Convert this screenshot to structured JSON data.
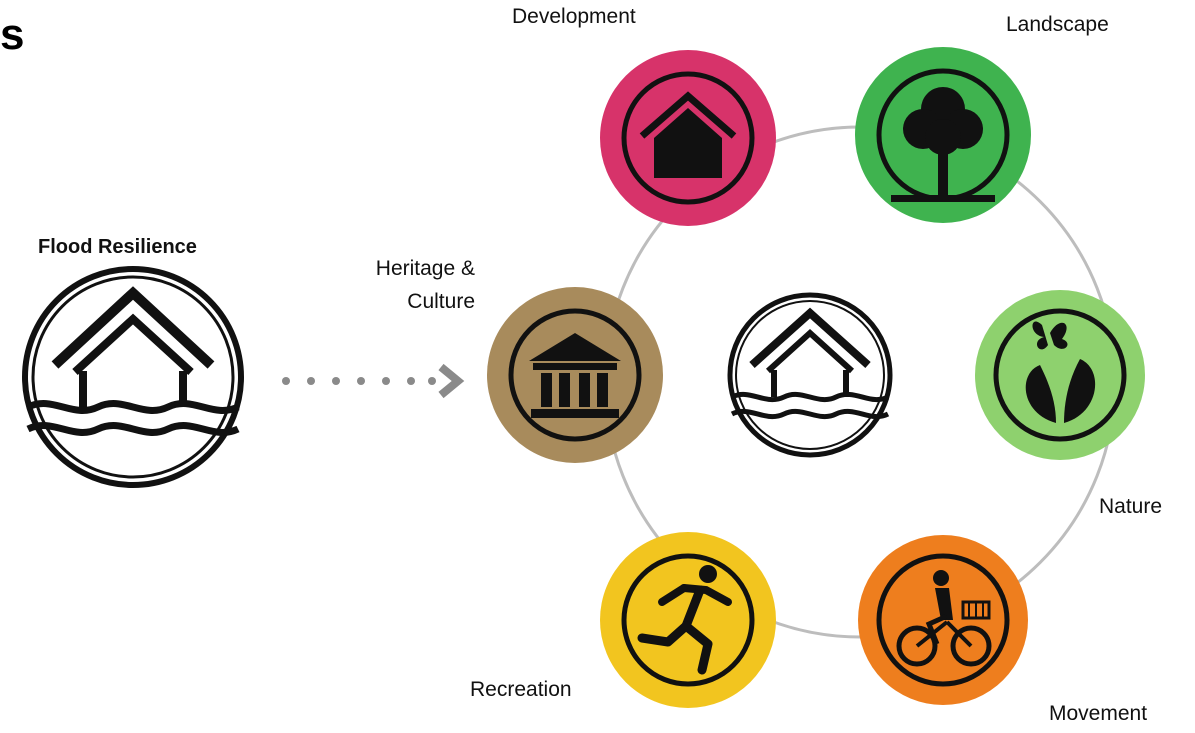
{
  "partial_title": "s",
  "source": {
    "label": "Flood Resilience",
    "icon": "flood-house-icon"
  },
  "hub": {
    "icon": "flood-house-icon"
  },
  "ring_nodes": [
    {
      "key": "development",
      "label": "Development",
      "color": "#D7336A",
      "icon": "house-icon"
    },
    {
      "key": "landscape",
      "label": "Landscape",
      "color": "#3FB34F",
      "icon": "tree-icon"
    },
    {
      "key": "nature",
      "label": "Nature",
      "color": "#8ED16E",
      "icon": "butterfly-leaf-icon"
    },
    {
      "key": "movement",
      "label": "Movement",
      "color": "#EE7E1E",
      "icon": "cyclist-icon"
    },
    {
      "key": "recreation",
      "label": "Recreation",
      "color": "#F2C51F",
      "icon": "runner-icon"
    },
    {
      "key": "heritage",
      "label_line1": "Heritage &",
      "label_line2": "Culture",
      "color": "#A88B5C",
      "icon": "museum-icon"
    }
  ],
  "colors": {
    "ring_line": "#BDBDBD",
    "arrow": "#8A8A8A",
    "icon_stroke": "#111111"
  }
}
